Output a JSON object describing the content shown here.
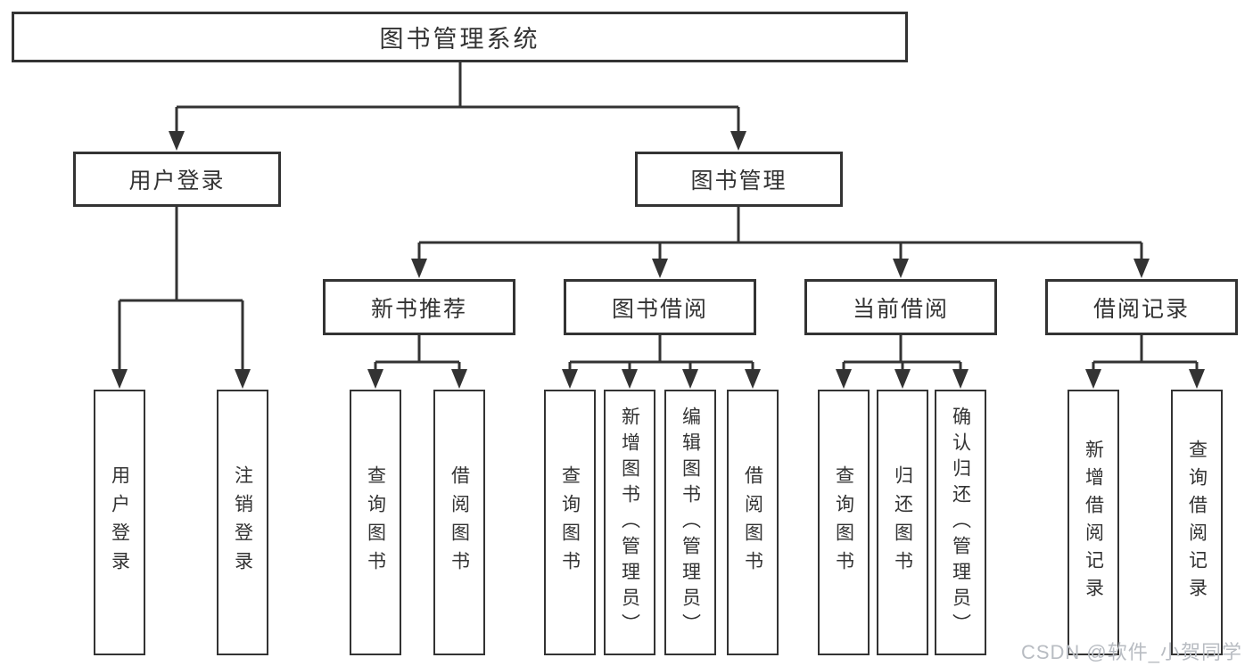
{
  "colors": {
    "background": "#ffffff",
    "line": "#333333",
    "box_border": "#333333",
    "text": "#333333",
    "watermark": "#b8bcc2"
  },
  "diagram": {
    "title": "图书管理系统",
    "children": [
      {
        "label": "用户登录",
        "children": [
          {
            "label": "用户登录"
          },
          {
            "label": "注销登录"
          }
        ]
      },
      {
        "label": "图书管理",
        "children": [
          {
            "label": "新书推荐",
            "children": [
              {
                "label": "查询图书"
              },
              {
                "label": "借阅图书"
              }
            ]
          },
          {
            "label": "图书借阅",
            "children": [
              {
                "label": "查询图书"
              },
              {
                "label": "新增图书（管理员）"
              },
              {
                "label": "编辑图书（管理员）"
              },
              {
                "label": "借阅图书"
              }
            ]
          },
          {
            "label": "当前借阅",
            "children": [
              {
                "label": "查询图书"
              },
              {
                "label": "归还图书"
              },
              {
                "label": "确认归还（管理员）"
              }
            ]
          },
          {
            "label": "借阅记录",
            "children": [
              {
                "label": "新增借阅记录"
              },
              {
                "label": "查询借阅记录"
              }
            ]
          }
        ]
      }
    ]
  },
  "watermark": {
    "text": "CSDN @软件_小贺同学"
  }
}
